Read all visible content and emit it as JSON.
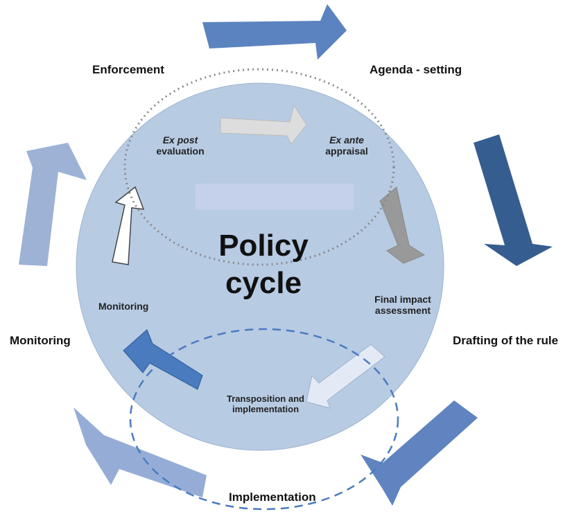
{
  "center": {
    "line1": "Policy",
    "line2": "cycle"
  },
  "outer_labels": {
    "enforcement": "Enforcement",
    "agenda_setting": "Agenda - setting",
    "drafting": "Drafting of the rule",
    "implementation": "Implementation",
    "monitoring": "Monitoring"
  },
  "inner_labels": {
    "ex_post_1": "Ex post",
    "ex_post_2": "evaluation",
    "ex_ante_1": "Ex ante",
    "ex_ante_2": "appraisal",
    "final_impact_1": "Final impact",
    "final_impact_2": "assessment",
    "transposition_1": "Transposition and",
    "transposition_2": "implementation",
    "monitoring": "Monitoring"
  },
  "colors": {
    "circle_fill": "#b7cbe3",
    "outer_arrow_top": "#5b83c0",
    "outer_arrow_right": "#355d90",
    "outer_arrow_bottom_right": "#5f84bf",
    "outer_arrow_bottom_left": "#95add6",
    "outer_arrow_left": "#9db2d5",
    "inner_arrow_grey": "#999999",
    "inner_arrow_lightgrey": "#dddddd",
    "inner_arrow_monitoring": "#4a7bbf",
    "dotted_ellipse": "#888888",
    "dashed_ellipse": "#4a7bbf"
  }
}
